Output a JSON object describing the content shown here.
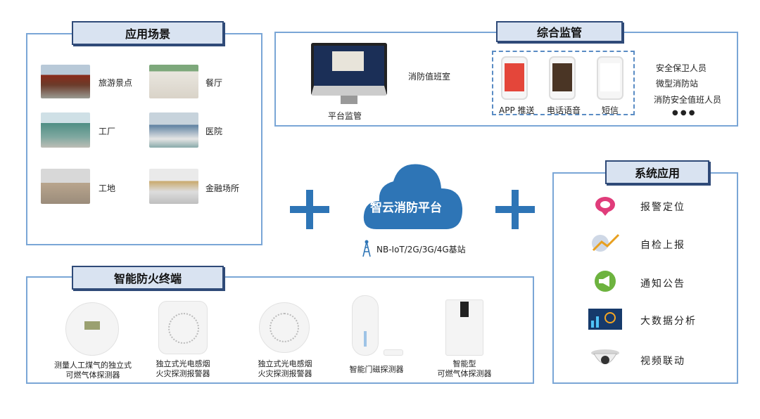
{
  "scenes": {
    "title": "应用场景",
    "items": [
      {
        "label": "旅游景点"
      },
      {
        "label": "餐厅"
      },
      {
        "label": "工厂"
      },
      {
        "label": "医院"
      },
      {
        "label": "工地"
      },
      {
        "label": "金融场所"
      }
    ]
  },
  "monitor": {
    "title": "综合监管",
    "platform_label": "平台监管",
    "duty_room": "消防值班室",
    "channels": [
      "APP 推送",
      "电话语音",
      "短信"
    ],
    "recipients": [
      "安全保卫人员",
      "微型消防站",
      "消防安全值班人员"
    ],
    "more": "● ● ●"
  },
  "center": {
    "cloud_label": "智云消防平台",
    "network": "NB-IoT/2G/3G/4G基站",
    "plus": "+"
  },
  "system": {
    "title": "系统应用",
    "items": [
      "报警定位",
      "自检上报",
      "通知公告",
      "大数据分析",
      "视频联动"
    ]
  },
  "terminals": {
    "title": "智能防火终端",
    "items": [
      [
        "测量人工煤气的独立式",
        "可燃气体探测器"
      ],
      [
        "独立式光电感烟",
        "火灾探测报警器"
      ],
      [
        "独立式光电感烟",
        "火灾探测报警器"
      ],
      [
        "智能门磁探测器"
      ],
      [
        "智能型",
        "可燃气体探测器"
      ]
    ]
  },
  "colors": {
    "accent": "#2e75b6",
    "tab_bg": "#d9e3f1",
    "border": "#7aa6d6"
  }
}
